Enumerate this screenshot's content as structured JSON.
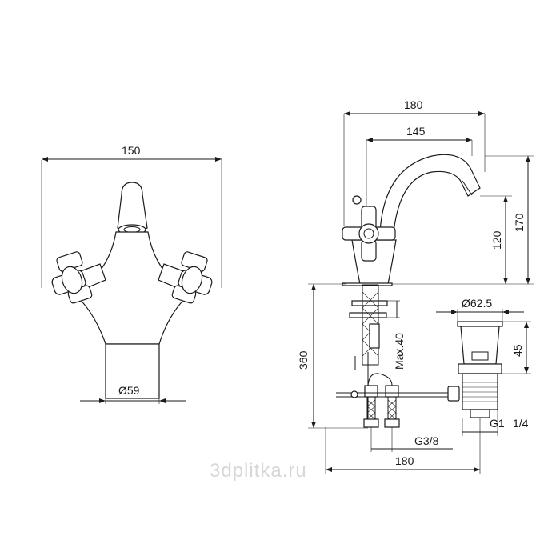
{
  "dimensions": {
    "front_width": "150",
    "base_diameter": "Ø59",
    "side_overall_reach": "180",
    "side_spout_reach": "145",
    "side_overall_height": "170",
    "side_spout_height": "120",
    "total_height": "360",
    "max_thickness": "Max.40",
    "waste_diameter": "Ø62.5",
    "waste_height": "45",
    "waste_thread": "G1",
    "waste_thread_fraction": "1/4",
    "hose_thread": "G3/8",
    "bottom_distance": "180"
  },
  "watermark": "3dplitka.ru"
}
